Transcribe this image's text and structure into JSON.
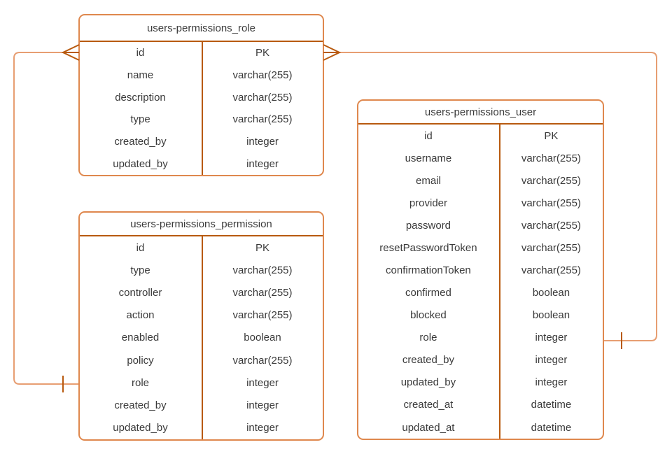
{
  "colors": {
    "table_border": "#DF884E",
    "line_dark": "#B85A0F",
    "connector": "#E79E72",
    "text": "#3A3A3A"
  },
  "tables": [
    {
      "name": "users-permissions_role",
      "columns": [
        {
          "field": "id",
          "type": "PK"
        },
        {
          "field": "name",
          "type": "varchar(255)"
        },
        {
          "field": "description",
          "type": "varchar(255)"
        },
        {
          "field": "type",
          "type": "varchar(255)"
        },
        {
          "field": "created_by",
          "type": "integer"
        },
        {
          "field": "updated_by",
          "type": "integer"
        }
      ]
    },
    {
      "name": "users-permissions_permission",
      "columns": [
        {
          "field": "id",
          "type": "PK"
        },
        {
          "field": "type",
          "type": "varchar(255)"
        },
        {
          "field": "controller",
          "type": "varchar(255)"
        },
        {
          "field": "action",
          "type": "varchar(255)"
        },
        {
          "field": "enabled",
          "type": "boolean"
        },
        {
          "field": "policy",
          "type": "varchar(255)"
        },
        {
          "field": "role",
          "type": "integer"
        },
        {
          "field": "created_by",
          "type": "integer"
        },
        {
          "field": "updated_by",
          "type": "integer"
        }
      ]
    },
    {
      "name": "users-permissions_user",
      "columns": [
        {
          "field": "id",
          "type": "PK"
        },
        {
          "field": "username",
          "type": "varchar(255)"
        },
        {
          "field": "email",
          "type": "varchar(255)"
        },
        {
          "field": "provider",
          "type": "varchar(255)"
        },
        {
          "field": "password",
          "type": "varchar(255)"
        },
        {
          "field": "resetPasswordToken",
          "type": "varchar(255)"
        },
        {
          "field": "confirmationToken",
          "type": "varchar(255)"
        },
        {
          "field": "confirmed",
          "type": "boolean"
        },
        {
          "field": "blocked",
          "type": "boolean"
        },
        {
          "field": "role",
          "type": "integer"
        },
        {
          "field": "created_by",
          "type": "integer"
        },
        {
          "field": "updated_by",
          "type": "integer"
        },
        {
          "field": "created_at",
          "type": "datetime"
        },
        {
          "field": "updated_at",
          "type": "datetime"
        }
      ]
    }
  ],
  "relationships": [
    {
      "from": "users-permissions_role.id",
      "from_marker": "crow-foot-many",
      "to": "users-permissions_permission.role",
      "to_marker": "one-tick"
    },
    {
      "from": "users-permissions_role.id",
      "from_marker": "crow-foot-many",
      "to": "users-permissions_user.role",
      "to_marker": "one-tick"
    }
  ]
}
